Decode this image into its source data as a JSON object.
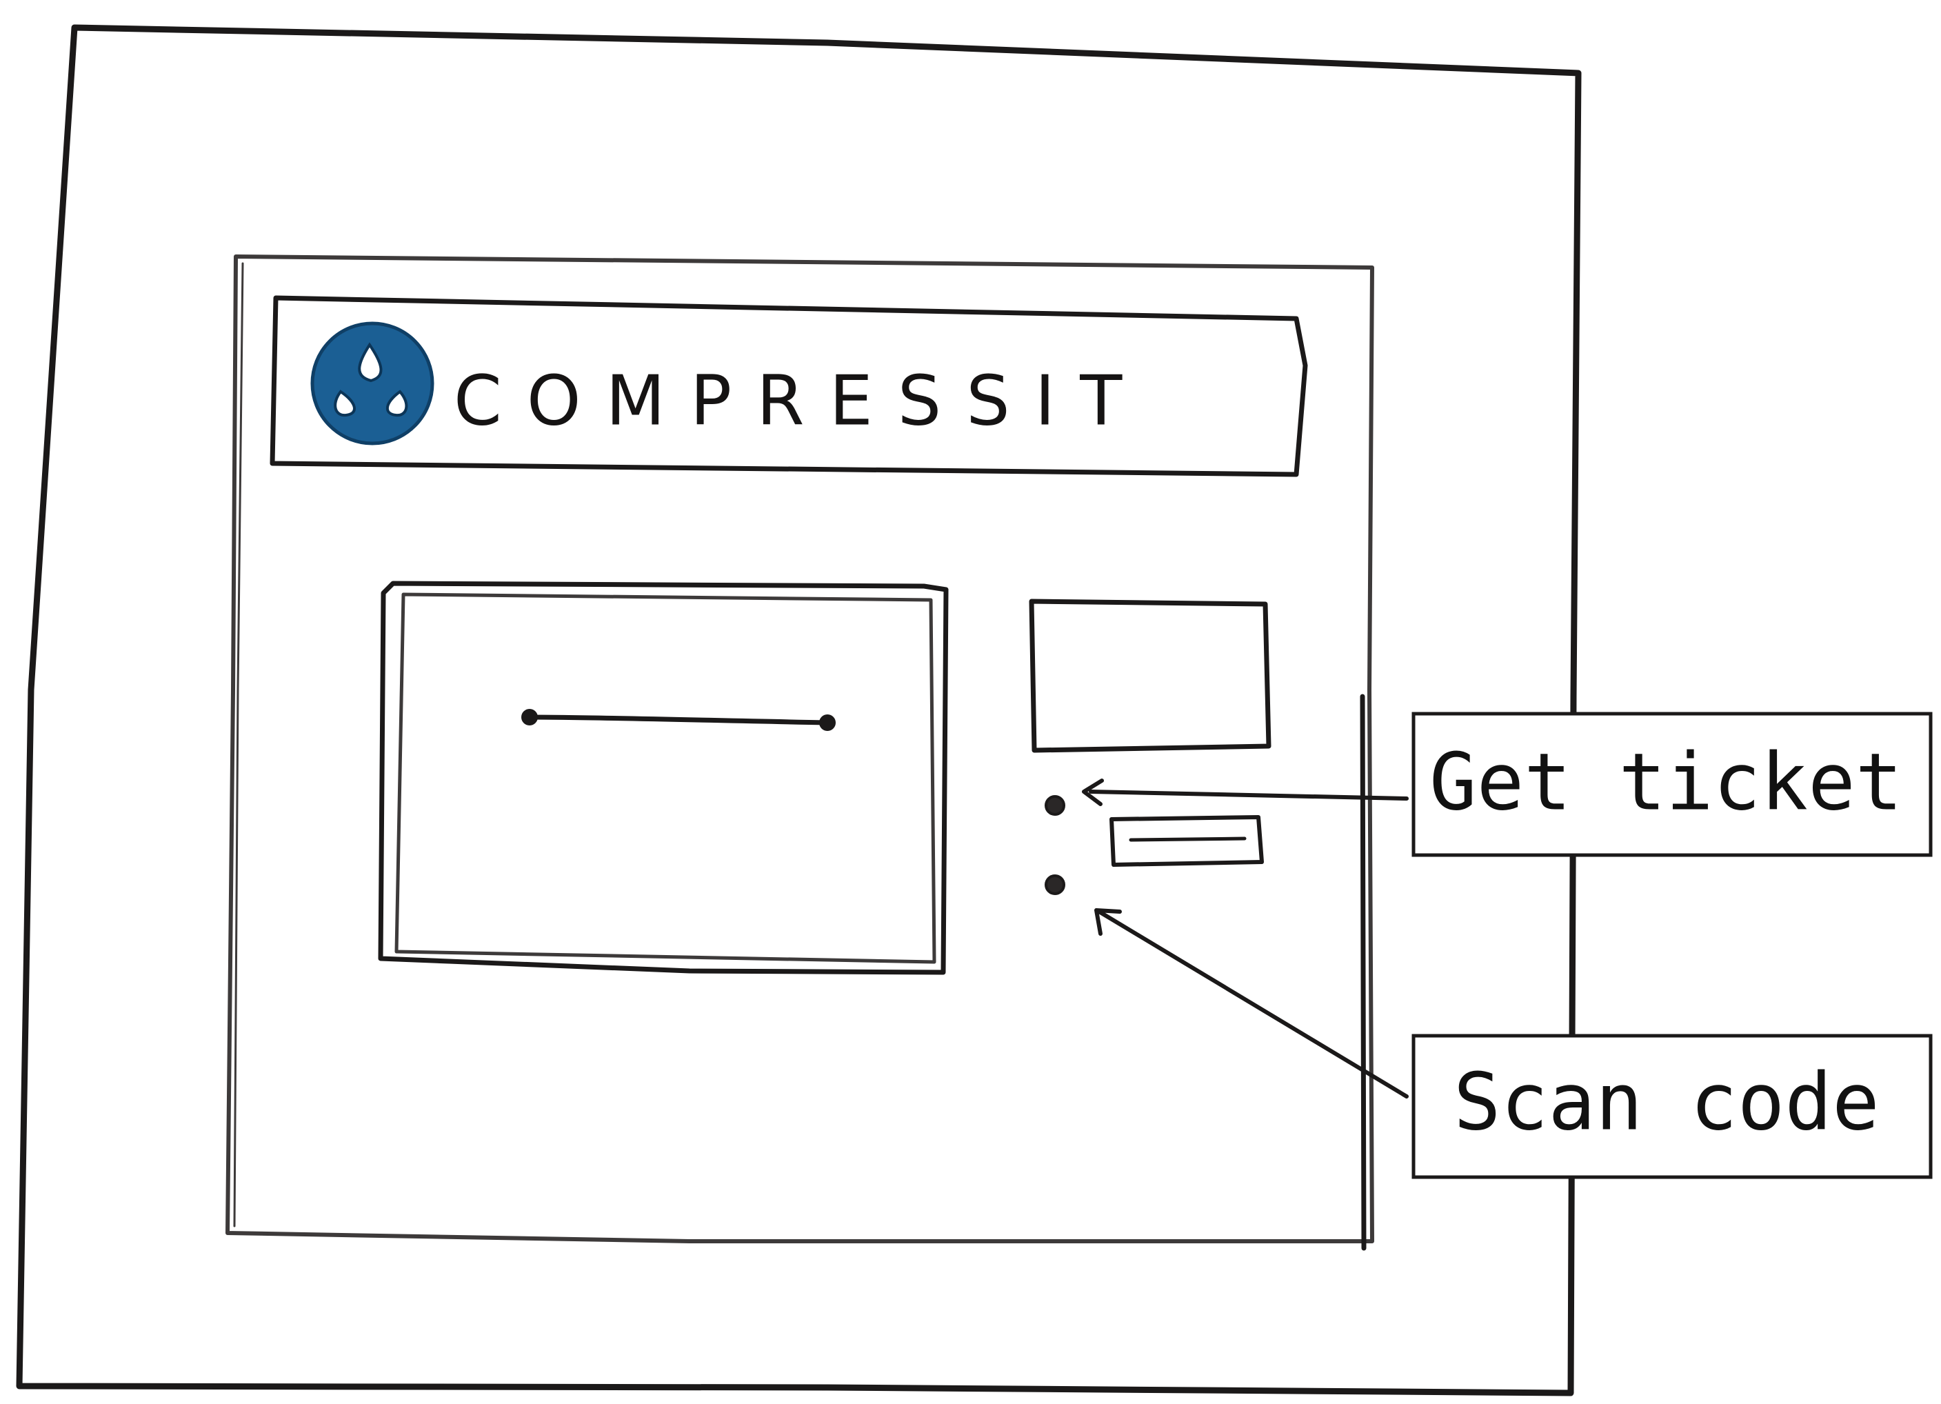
{
  "brand": {
    "name": "COMPRESSIT",
    "logo_icon": "water-drops-icon",
    "logo_color": "#1b5f94"
  },
  "callouts": [
    {
      "label": "Get ticket",
      "target": "ticket-button"
    },
    {
      "label": "Scan code",
      "target": "scan-button"
    }
  ],
  "colors": {
    "ink": "#1b1919",
    "pencil": "#3d3a3a",
    "background": "#ffffff"
  }
}
